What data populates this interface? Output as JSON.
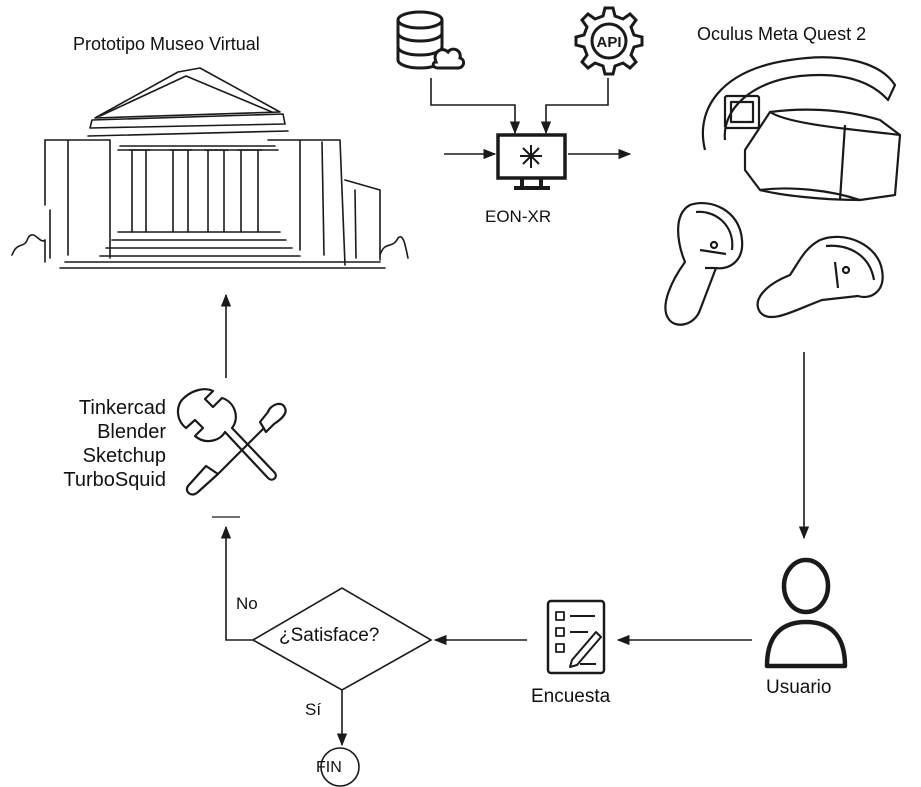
{
  "museum": {
    "title": "Prototipo Museo Virtual"
  },
  "headset": {
    "title": "Oculus Meta Quest 2"
  },
  "platform": {
    "label": "EON-XR",
    "api_badge": "API"
  },
  "tools": {
    "items": [
      "Tinkercad",
      "Blender",
      "Sketchup",
      "TurboSquid"
    ]
  },
  "survey": {
    "label": "Encuesta"
  },
  "user": {
    "label": "Usuario"
  },
  "decision": {
    "question": "¿Satisface?",
    "no_label": "No",
    "yes_label": "Sí"
  },
  "end": {
    "label": "FIN"
  },
  "colors": {
    "stroke": "#1a1a1a",
    "background": "#ffffff"
  }
}
